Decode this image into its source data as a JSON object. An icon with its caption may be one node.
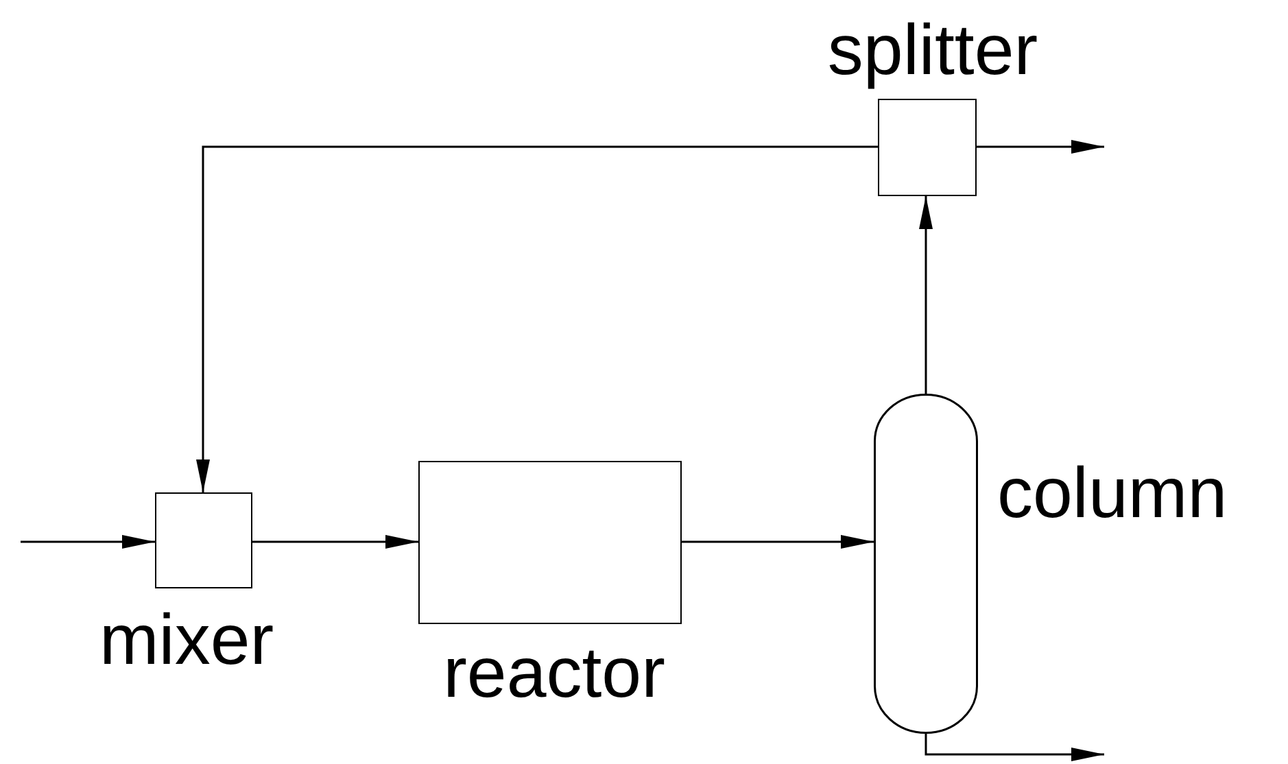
{
  "diagram": {
    "nodes": [
      {
        "text": [
          "mixer"
        ]
      },
      {
        "text": [
          "reactor"
        ]
      },
      {
        "text": [
          "column"
        ]
      },
      {
        "text": [
          "splitter"
        ]
      }
    ],
    "edges": [
      {
        "from": null,
        "to": 0,
        "arrow": "to"
      },
      {
        "from": 0,
        "to": 1,
        "arrow": "to"
      },
      {
        "from": 1,
        "to": 2,
        "arrow": "to"
      },
      {
        "from": 2,
        "to": 3,
        "arrow": "to"
      },
      {
        "from": 3,
        "to": null,
        "arrow": "to"
      },
      {
        "from": 3,
        "to": 0,
        "arrow": "to"
      },
      {
        "from": 2,
        "to": null,
        "arrow": "to"
      }
    ]
  }
}
